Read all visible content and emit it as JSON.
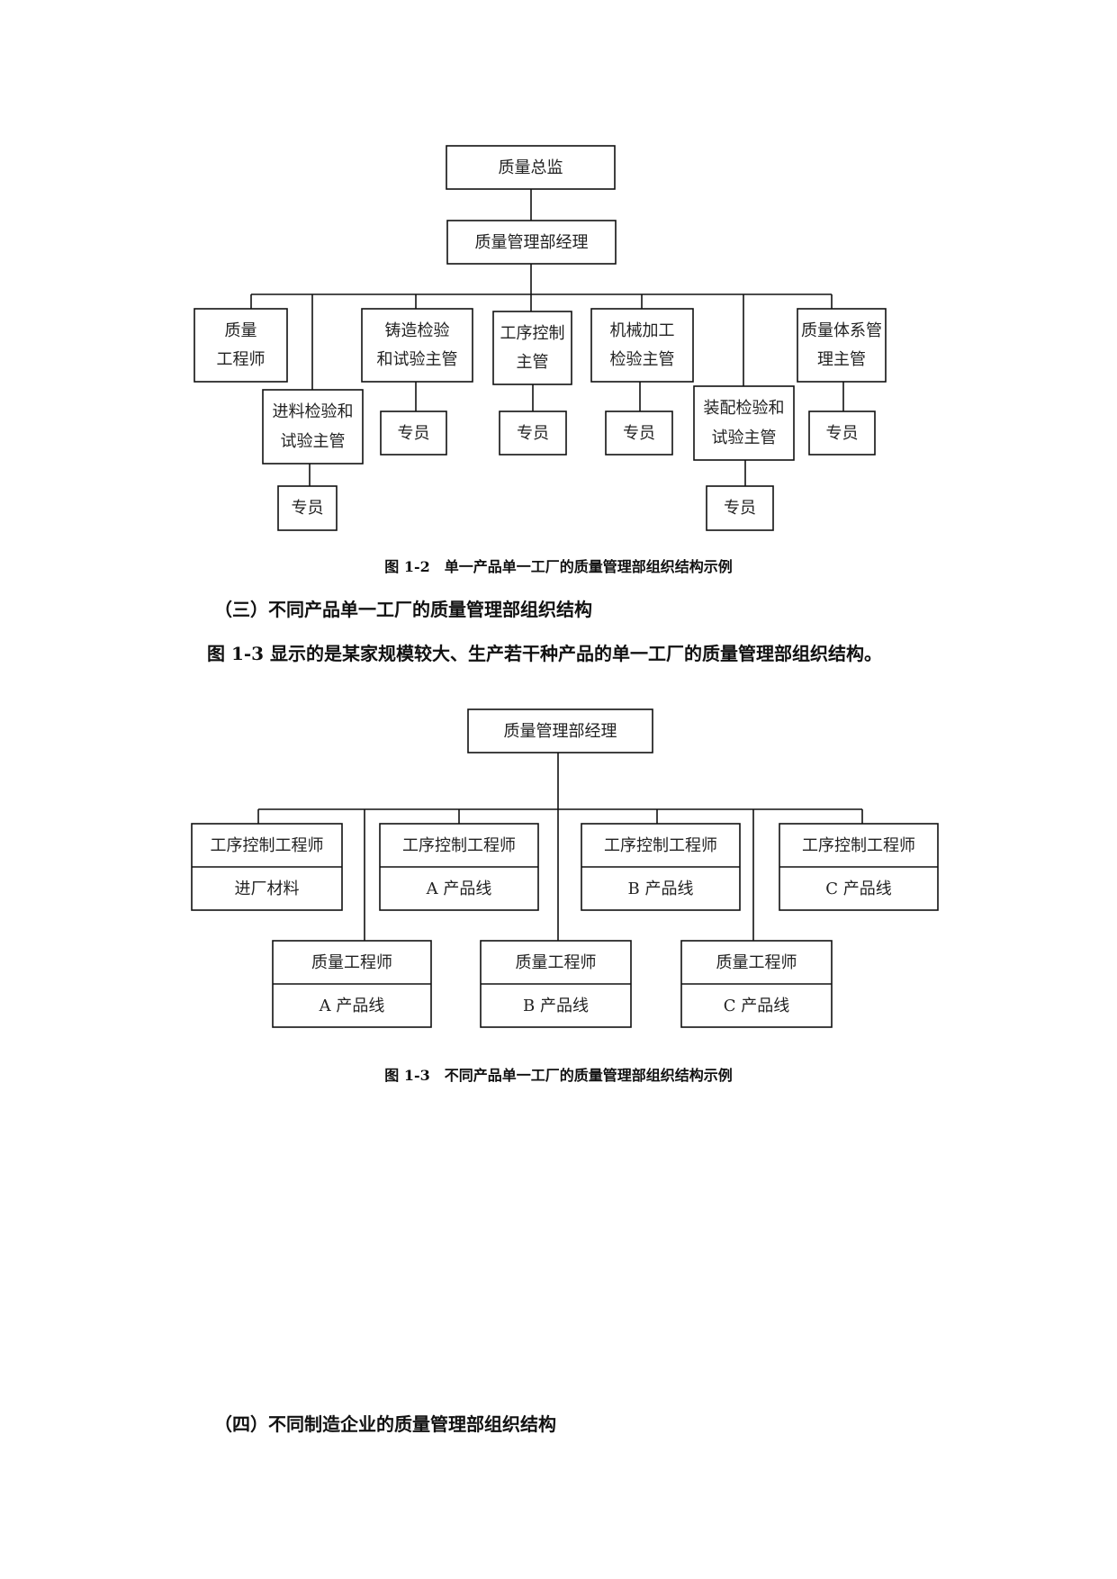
{
  "fig12": {
    "director": "质量总监",
    "manager": "质量管理部经理",
    "quality_engineer": [
      "质量",
      "工程师"
    ],
    "incoming_supervisor": [
      "进料检验和",
      "试验主管"
    ],
    "casting_supervisor": [
      "铸造检验",
      "和试验主管"
    ],
    "process_supervisor": [
      "工序控制",
      "主管"
    ],
    "machining_supervisor": [
      "机械加工",
      "检验主管"
    ],
    "assembly_supervisor": [
      "装配检验和",
      "试验主管"
    ],
    "system_supervisor": [
      "质量体系管",
      "理主管"
    ],
    "specialist": "专员",
    "caption": "图 1-2　单一产品单一工厂的质量管理部组织结构示例"
  },
  "section3": {
    "heading": "（三）不同产品单一工厂的质量管理部组织结构",
    "paragraph": "图 1-3 显示的是某家规模较大、生产若干种产品的单一工厂的质量管理部组织结构。"
  },
  "fig13": {
    "manager": "质量管理部经理",
    "process_engineers": [
      {
        "title": "工序控制工程师",
        "scope": "进厂材料"
      },
      {
        "title": "工序控制工程师",
        "scope": "A 产品线"
      },
      {
        "title": "工序控制工程师",
        "scope": "B 产品线"
      },
      {
        "title": "工序控制工程师",
        "scope": "C 产品线"
      }
    ],
    "quality_engineers": [
      {
        "title": "质量工程师",
        "scope": "A 产品线"
      },
      {
        "title": "质量工程师",
        "scope": "B 产品线"
      },
      {
        "title": "质量工程师",
        "scope": "C 产品线"
      }
    ],
    "caption": "图 1-3　不同产品单一工厂的质量管理部组织结构示例"
  },
  "section4": {
    "heading": "（四）不同制造企业的质量管理部组织结构"
  }
}
